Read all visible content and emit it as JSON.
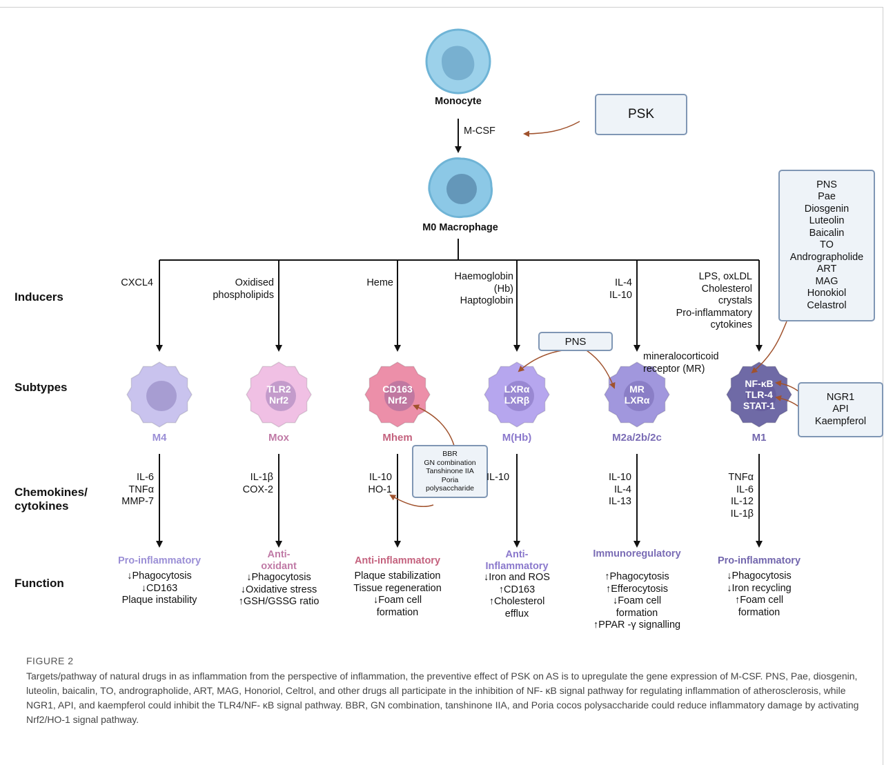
{
  "monocyte_label": "Monocyte",
  "macrophage_label": "M0 Macrophage",
  "mcsf_label": "M-CSF",
  "psk_box": "PSK",
  "row_labels": {
    "inducers": "Inducers",
    "subtypes": "Subtypes",
    "chemokines": "Chemokines/\ncytokines",
    "function": "Function"
  },
  "columns": [
    {
      "inducer": "CXCL4",
      "subtype": "M4",
      "markers": "",
      "cytokines": "IL-6\nTNFα\nMMP-7",
      "function_title": "Pro-inflammatory",
      "function_text": "↓Phagocytosis\n↓CD163\nPlaque instability",
      "color": "#9b8fd6"
    },
    {
      "inducer": "Oxidised\nphospholipids",
      "subtype": "Mox",
      "markers": "TLR2\nNrf2",
      "cytokines": "IL-1β\nCOX-2",
      "function_title": "Anti-\noxidant",
      "function_text": "↓Phagocytosis\n↓Oxidative stress\n↑GSH/GSSG ratio",
      "color": "#c07aa6"
    },
    {
      "inducer": "Heme",
      "subtype": "Mhem",
      "markers": "CD163\nNrf2",
      "cytokines": "IL-10\nHO-1",
      "function_title": "Anti-inflammatory",
      "function_text": "Plaque stabilization\nTissue regeneration\n↓Foam cell\nformation",
      "color": "#c4627e"
    },
    {
      "inducer": "Haemoglobin\n(Hb)\nHaptoglobin",
      "subtype": "M(Hb)",
      "markers": "LXRα\nLXRβ",
      "cytokines": "IL-10",
      "function_title": "Anti-\nInflammatory",
      "function_text": "↓Iron and ROS\n↑CD163\n↑Cholesterol\nefflux",
      "color": "#8a78cc"
    },
    {
      "inducer": "IL-4\nIL-10",
      "subtype": "M2a/2b/2c",
      "markers": "MR\nLXRα",
      "cytokines": "IL-10\nIL-4\nIL-13",
      "function_title": "Immunoregulatory",
      "function_text": "↑Phagocytosis\n↑Efferocytosis\n↓Foam cell\nformation\n↑PPAR -γ signalling",
      "color": "#7a6cb5"
    },
    {
      "inducer": "LPS, oxLDL\nCholesterol\ncrystals\nPro-inflammatory\ncytokines",
      "subtype": "M1",
      "markers": "NF-κB\nTLR-4\nSTAT-1",
      "cytokines": "TNFα\nIL-6\nIL-12\nIL-1β",
      "function_title": "Pro-inflammatory",
      "function_text": "↓Phagocytosis\n↓Iron recycling\n↑Foam cell\nformation",
      "color": "#7266ad"
    }
  ],
  "drug_boxes": {
    "nfkb_drugs": "PNS\nPae\nDiosgenin\nLuteolin\nBaicalin\nTO\nAndrographolide\nART\nMAG\nHonokiol\nCelastrol",
    "tlr4_drugs": "NGR1\nAPI\nKaempferol",
    "pns_box": "PNS",
    "nrf2_drugs": "BBR\nGN combination\nTanshinone IIA\nPoria\npolysaccharide"
  },
  "mr_note": "mineralocorticoid\nreceptor (MR)",
  "caption_label": "FIGURE 2",
  "caption_text": "Targets/pathway of natural drugs in as inflammation from the perspective of inflammation, the preventive effect of PSK on AS is to upregulate the gene expression of M-CSF. PNS, Pae, diosgenin, luteolin, baicalin, TO, andrographolide, ART, MAG, Honoriol, Celtrol, and other drugs all participate in the inhibition of NF- κB signal pathway for regulating inflammation of atherosclerosis, while NGR1, API, and kaempferol could inhibit the TLR4/NF- κB signal pathway. BBR, GN combination, tanshinone IIA, and Poria cocos polysaccharide could reduce inflammatory damage by activating Nrf2/HO-1 signal pathway.",
  "colors": {
    "monocyte": "#9cd1ea",
    "macrophage": "#8cc8e6",
    "m4": "#c9c3ee",
    "mox": "#f0c0e4",
    "mhem": "#ec8fa9",
    "mhb": "#b6a6ee",
    "m2": "#a197dd",
    "m1": "#6f6aa6",
    "drug_arrow": "#a0522d"
  }
}
